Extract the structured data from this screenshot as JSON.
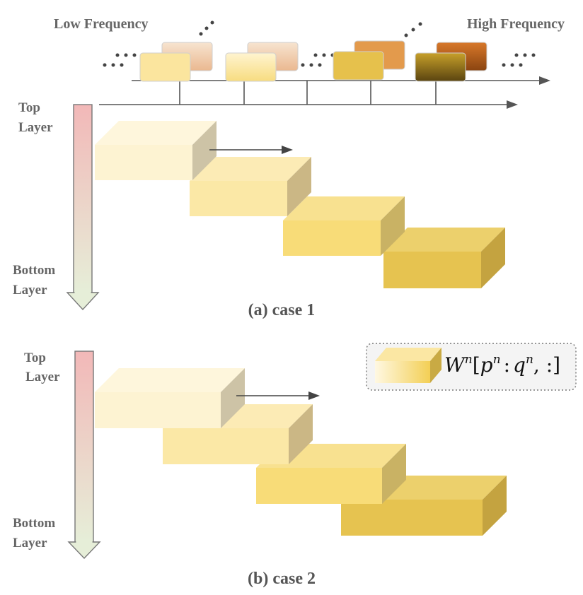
{
  "top": {
    "low_label": "Low Frequency",
    "high_label": "High Frequency",
    "ellipsis": "..."
  },
  "case1": {
    "caption": "(a) case 1",
    "top_label": "Top",
    "top_label2": "Layer",
    "bottom_label": "Bottom",
    "bottom_label2": "Layer"
  },
  "case2": {
    "caption": "(b) case 2",
    "top_label": "Top",
    "top_label2": "Layer",
    "bottom_label": "Bottom",
    "bottom_label2": "Layer"
  },
  "legend": {
    "W": "W",
    "n_sup": "n",
    "p": "p",
    "colon": ":",
    "q": "q",
    "tail": ", :]",
    "open": "["
  },
  "colors": {
    "block_1": "#fdf3d2",
    "block_2": "#fbe8a6",
    "block_3": "#f8dc78",
    "block_4": "#e9c456",
    "accent_top": "#f2b8b8",
    "accent_bottom": "#e6eed8"
  }
}
